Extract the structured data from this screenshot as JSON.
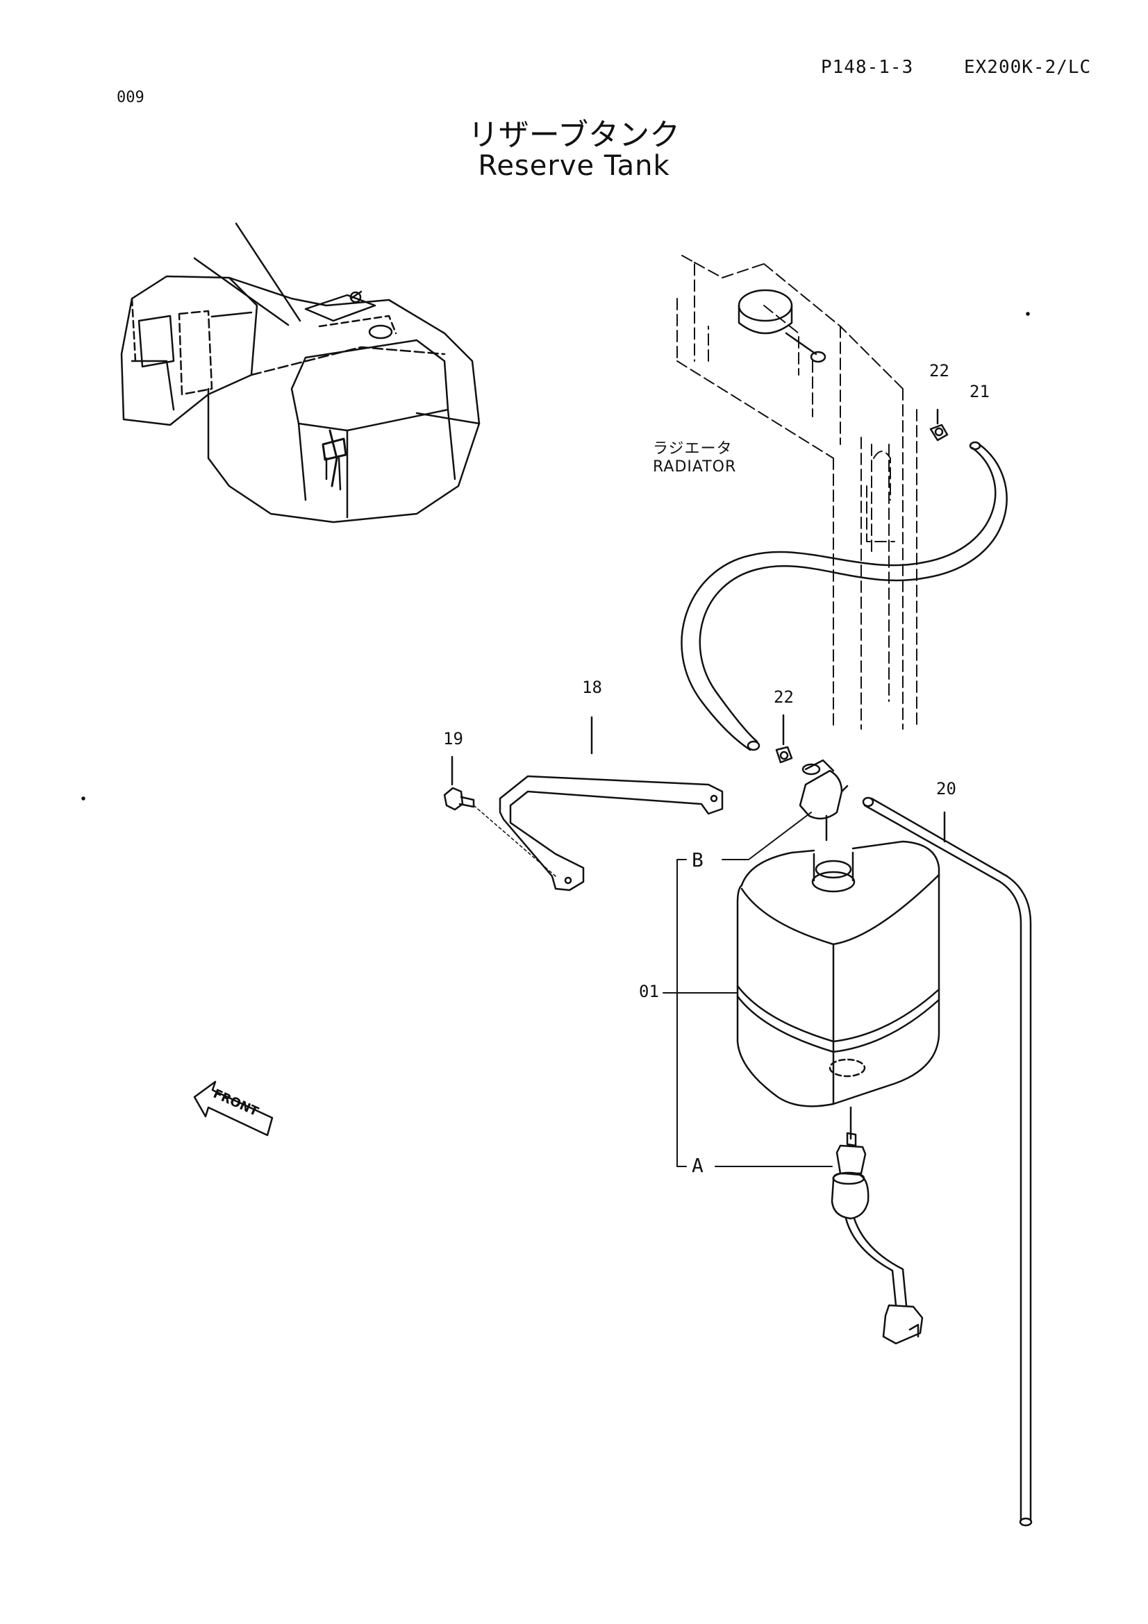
{
  "header": {
    "page_number": "009",
    "reference": "P148-1-3",
    "model": "EX200K-2/LC"
  },
  "title": {
    "japanese": "リザーブタンク",
    "english": "Reserve Tank"
  },
  "labels": {
    "radiator_jp": "ラジエータ",
    "radiator_en": "RADIATOR",
    "front_arrow": "FRONT"
  },
  "callouts": {
    "tank": "01",
    "bracket": "18",
    "bolt": "19",
    "overflow_hose": "20",
    "hose": "21",
    "clamp_upper": "22",
    "clamp_lower": "22",
    "cap_ref": "B",
    "sensor_ref": "A"
  }
}
